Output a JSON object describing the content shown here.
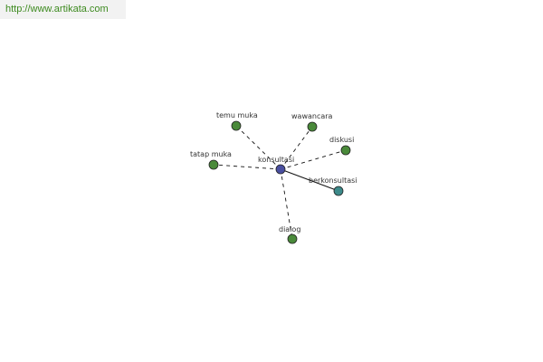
{
  "header": {
    "source_url": "http://www.artikata.com"
  },
  "colors": {
    "center_node": "#4a4fa0",
    "synonym_node": "#4a8a3a",
    "derived_node": "#3d8a8a",
    "node_stroke": "#222222",
    "link": "#111111",
    "source_text": "#3d8a1f"
  },
  "graph": {
    "center": {
      "id": "konsultasi",
      "label": "konsultasi"
    },
    "nodes": [
      {
        "id": "temu-muka",
        "label": "temu muka",
        "kind": "synonym",
        "link": "dashed"
      },
      {
        "id": "wawancara",
        "label": "wawancara",
        "kind": "synonym",
        "link": "dashed"
      },
      {
        "id": "diskusi",
        "label": "diskusi",
        "kind": "synonym",
        "link": "dashed"
      },
      {
        "id": "tatap-muka",
        "label": "tatap muka",
        "kind": "synonym",
        "link": "dashed"
      },
      {
        "id": "berkonsultasi",
        "label": "berkonsultasi",
        "kind": "derived",
        "link": "solid"
      },
      {
        "id": "dialog",
        "label": "dialog",
        "kind": "synonym",
        "link": "dashed"
      }
    ]
  }
}
